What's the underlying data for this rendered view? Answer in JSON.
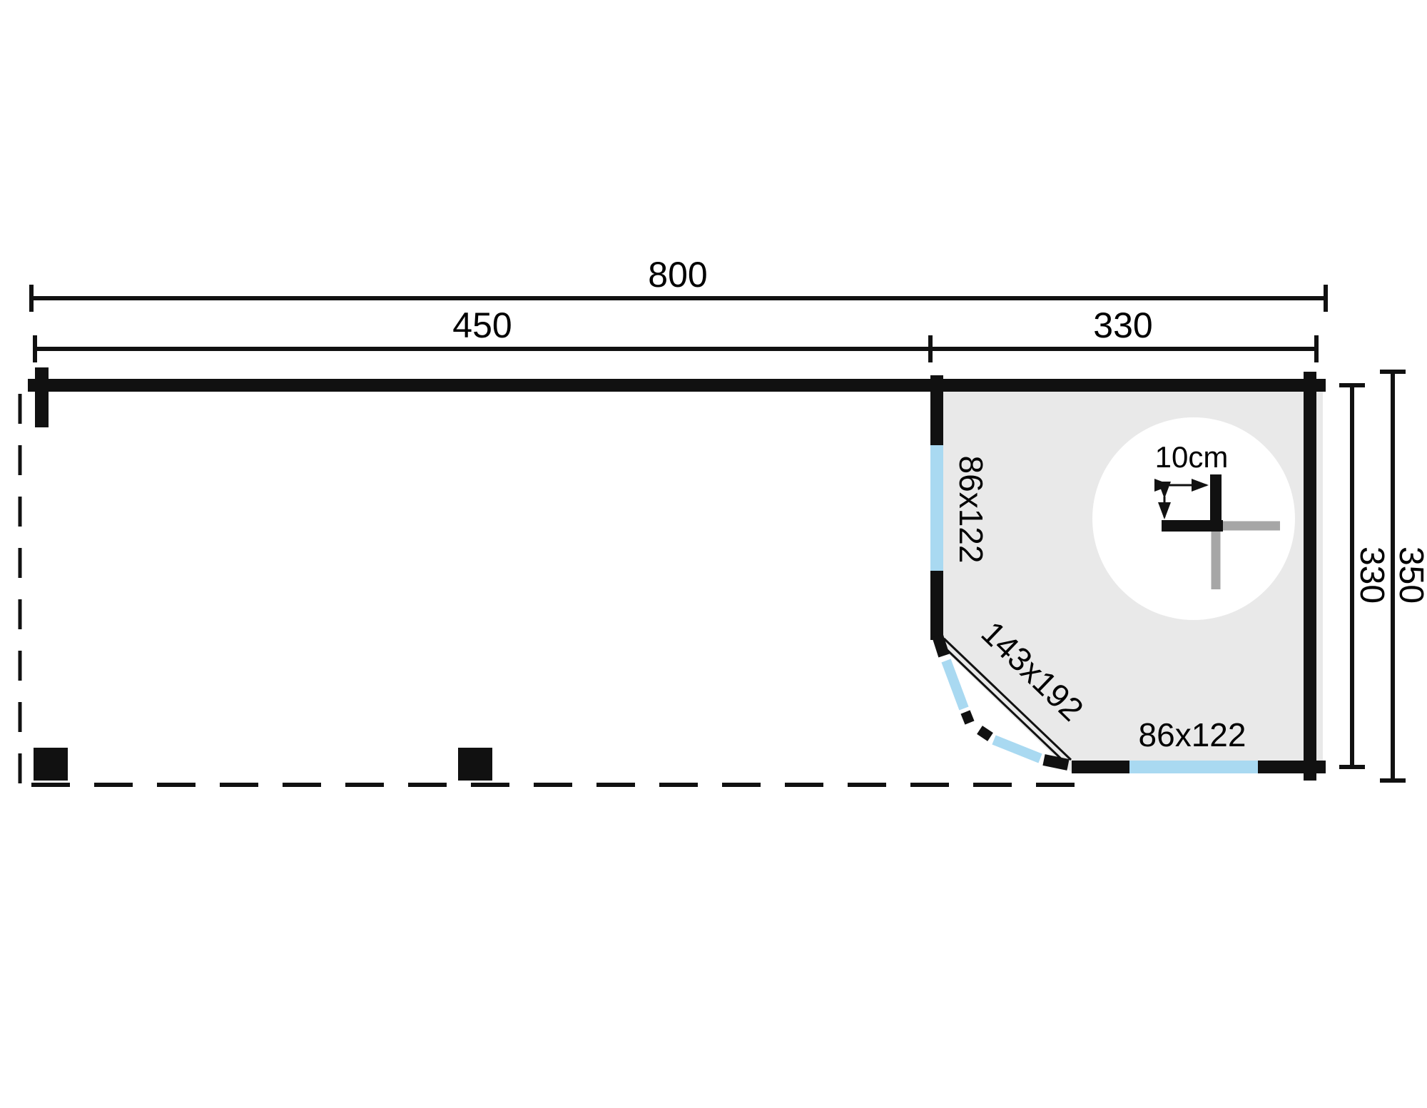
{
  "dimensions": {
    "overall_width": "800",
    "veranda_width": "450",
    "cabin_width": "330",
    "cabin_depth": "330",
    "total_depth": "350"
  },
  "openings": {
    "side_window": "86x122",
    "corner_door": "143x192",
    "front_window": "86x122"
  },
  "detail": {
    "wall_thickness": "10cm"
  },
  "colors": {
    "wall": "#111111",
    "window_blue": "#a9d9f1",
    "floor_gray": "#e9e9e9",
    "log_gray": "#a6a6a6"
  }
}
